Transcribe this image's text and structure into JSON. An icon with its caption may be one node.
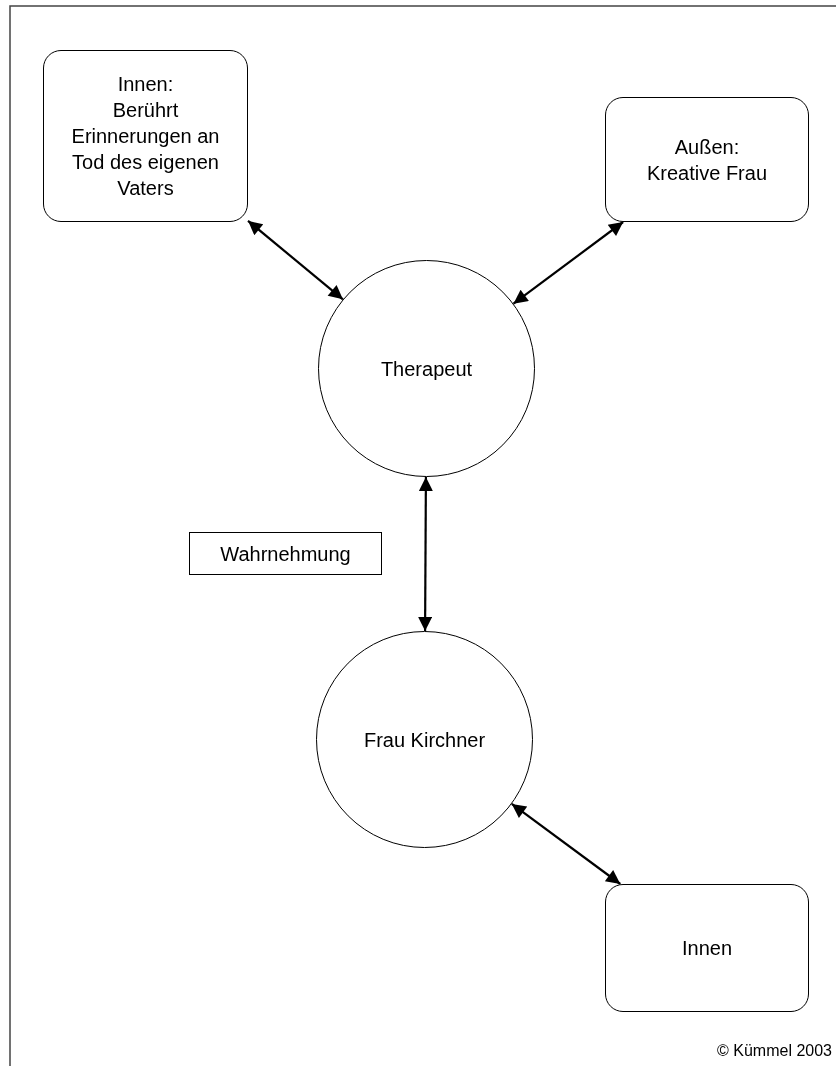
{
  "diagram": {
    "nodes": [
      {
        "text": [
          "Innen:",
          "Berührt Erinnerungen an Tod des eigenen Vaters"
        ]
      },
      {
        "text": [
          "Außen:",
          "Kreative Frau"
        ]
      },
      {
        "text": [
          "Therapeut"
        ]
      },
      {
        "text": [
          "Wahrnehmung"
        ]
      },
      {
        "text": [
          "Frau Kirchner"
        ]
      },
      {
        "text": [
          "Innen"
        ]
      }
    ],
    "edges": [
      {
        "from": 0,
        "to": 2,
        "arrow": "both"
      },
      {
        "from": 1,
        "to": 2,
        "arrow": "both"
      },
      {
        "from": 2,
        "to": 4,
        "arrow": "both"
      },
      {
        "from": 4,
        "to": 5,
        "arrow": "both"
      }
    ],
    "labels": [
      "© Kümmel 2003"
    ]
  }
}
